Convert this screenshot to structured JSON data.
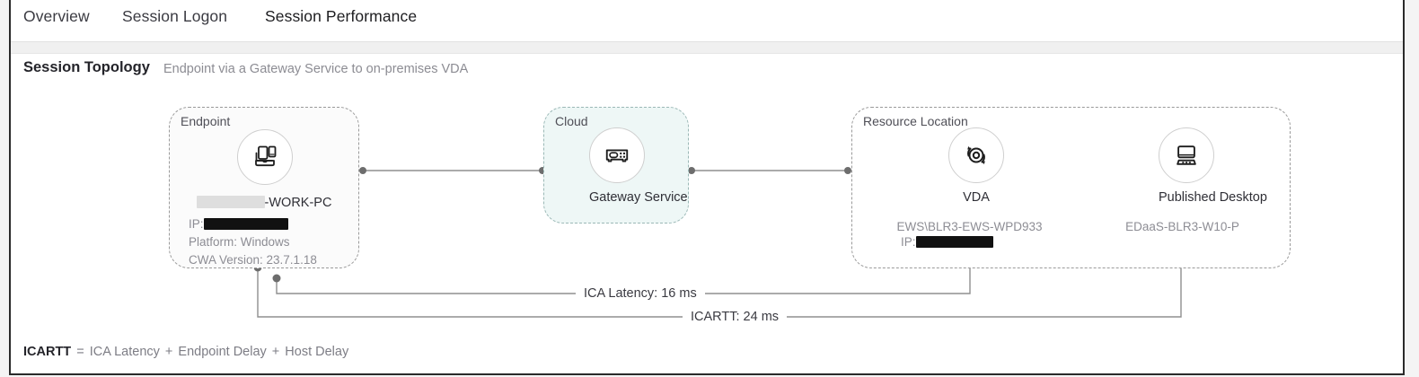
{
  "tabs": [
    {
      "label": "Overview",
      "active": false
    },
    {
      "label": "Session Logon",
      "active": false
    },
    {
      "label": "Session Performance",
      "active": true
    }
  ],
  "section": {
    "title": "Session Topology",
    "subtitle": "Endpoint via a Gateway Service to on-premises VDA"
  },
  "groups": {
    "endpoint_label": "Endpoint",
    "cloud_label": "Cloud",
    "resource_label": "Resource Location"
  },
  "endpoint": {
    "icon": "devices-dock-icon",
    "hostname_suffix": "-WORK-PC",
    "hostname_redacted": true,
    "ip_label": "IP:",
    "ip_redacted": true,
    "platform": "Platform: Windows",
    "cwa_version": "CWA Version: 23.7.1.18"
  },
  "cloud": {
    "icon": "gateway-router-icon",
    "name": "Gateway Service"
  },
  "vda": {
    "icon": "virtualization-refresh-icon",
    "name": "VDA",
    "machine": "EWS\\BLR3-EWS-WPD933",
    "ip_label": "IP:",
    "ip_redacted": true
  },
  "published_desktop": {
    "icon": "monitor-keyboard-icon",
    "name": "Published Desktop",
    "resource": "EDaaS-BLR3-W10-P"
  },
  "metrics": {
    "ica_latency": "ICA Latency: 16 ms",
    "icartt": "ICARTT: 24 ms"
  },
  "formula": {
    "term": "ICARTT",
    "equals": "=",
    "part1": "ICA Latency",
    "plus1": "+",
    "part2": "Endpoint Delay",
    "plus2": "+",
    "part3": "Host Delay"
  },
  "colors": {
    "accent": "#14565c",
    "cloud_bg": "#eef7f6",
    "line": "#8a8a8a",
    "text": "#2f2f36",
    "muted": "#8d8d94"
  }
}
